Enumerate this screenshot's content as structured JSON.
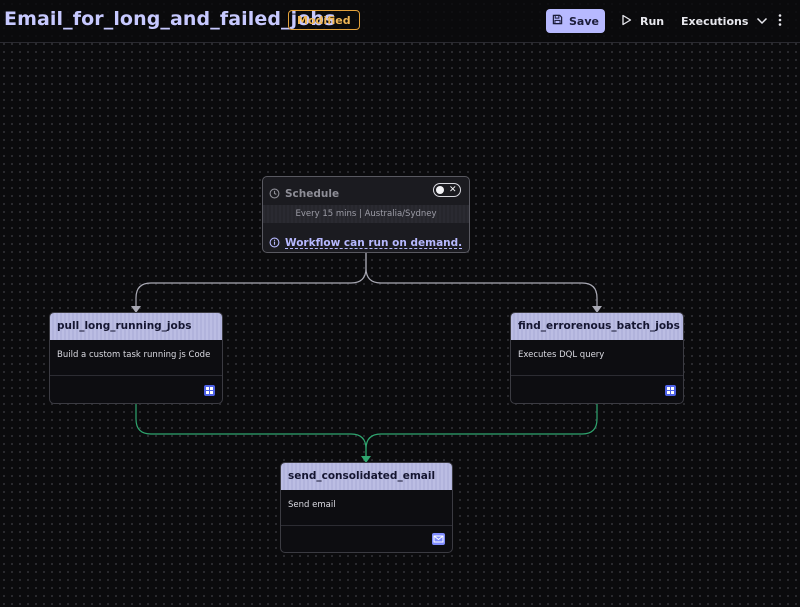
{
  "header": {
    "title": "Email_for_long_and_failed_jobs",
    "badge": "Modified",
    "save_label": "Save",
    "run_label": "Run",
    "executions_label": "Executions"
  },
  "schedule": {
    "title": "Schedule",
    "toggle_on": false,
    "interval": "Every 15 mins | Australia/Sydney",
    "info": "Workflow can run on demand."
  },
  "tasks": [
    {
      "name": "pull_long_running_jobs",
      "description": "Build a custom task running js Code",
      "icon": "code-icon"
    },
    {
      "name": "find_errorenous_batch_jobs",
      "description": "Executes DQL query",
      "icon": "query-icon"
    },
    {
      "name": "send_consolidated_email",
      "description": "Send email",
      "icon": "email-icon"
    }
  ],
  "colors": {
    "accent": "#b7b9ff",
    "badge": "#e4a23b",
    "edge_trigger": "#a9a9b4",
    "edge_success": "#2fa56f",
    "task_header": "#b7b9e0"
  }
}
